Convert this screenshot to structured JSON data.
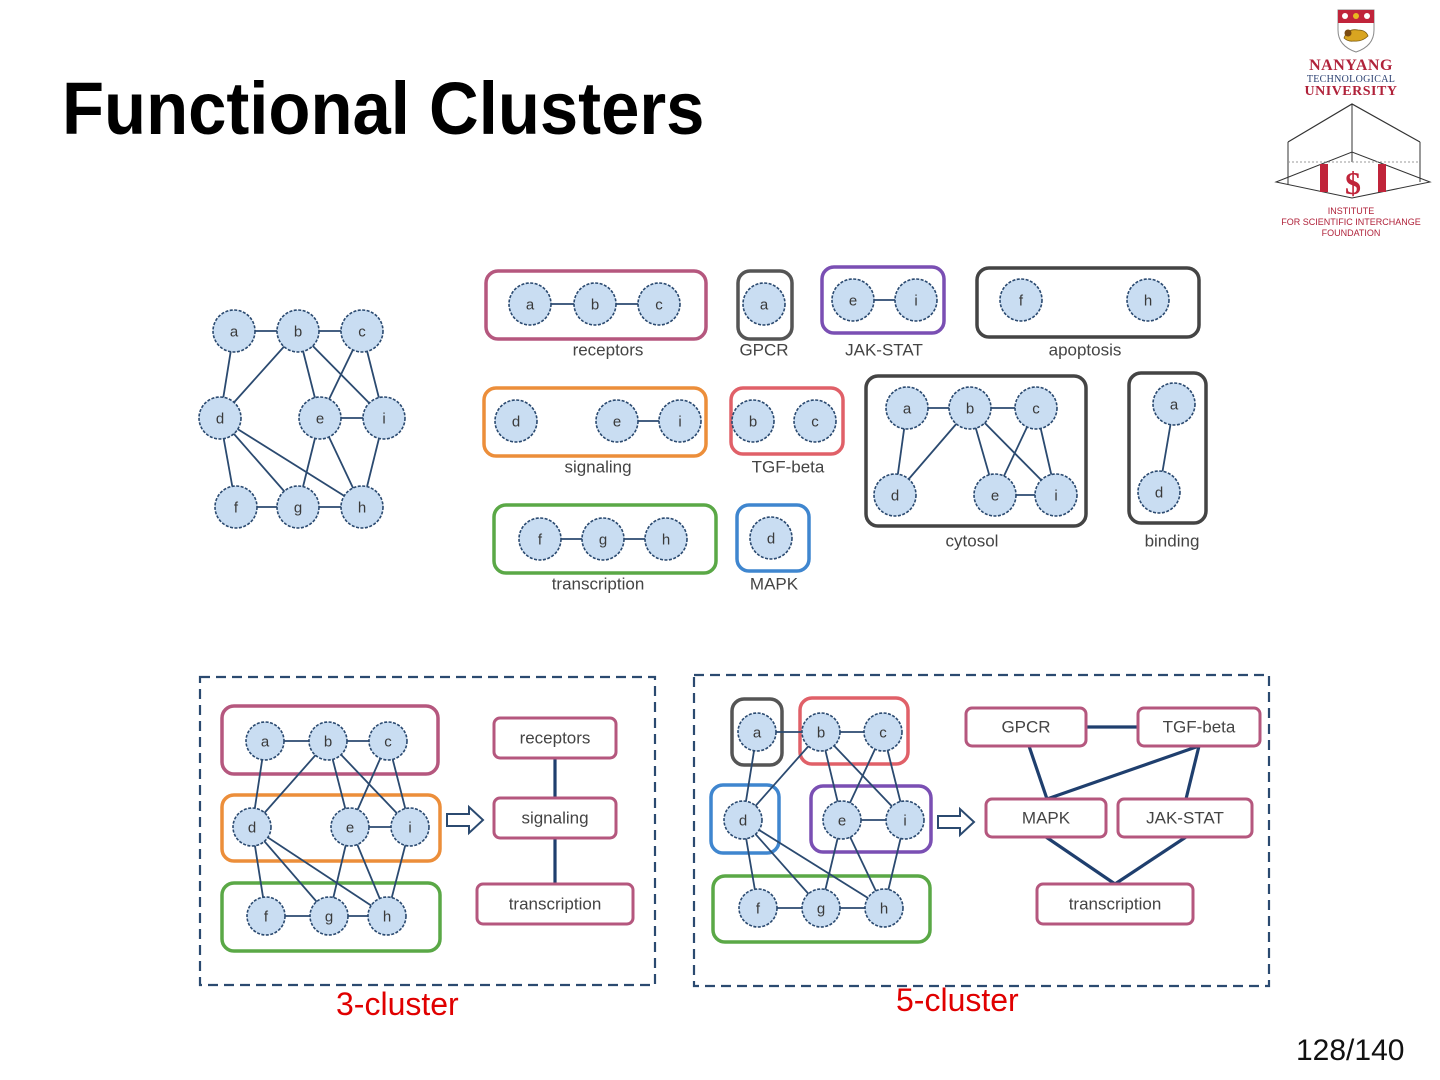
{
  "slide": {
    "title": "Functional Clusters",
    "page_number": "128/140"
  },
  "logo": {
    "university_lines": [
      "NANYANG",
      "TECHNOLOGICAL",
      "UNIVERSITY"
    ],
    "institute_lines": [
      "INSTITUTE",
      "FOR SCIENTIFIC INTERCHANGE",
      "FOUNDATION"
    ],
    "icon": "ntu-crest-icon"
  },
  "colors": {
    "node_fill": "#c9ddf2",
    "node_stroke": "#2b4a70",
    "edge": "#2b4a70",
    "receptors": "#b5577e",
    "gpcr": "#555555",
    "jak_stat": "#7a4fb3",
    "apoptosis": "#444444",
    "signaling": "#ec8e3a",
    "tgf_beta": "#e06068",
    "cytosol": "#444444",
    "binding": "#444444",
    "transcription": "#5aa846",
    "mapk": "#3f86cf",
    "summary_box": "#b5577e",
    "dashed_frame": "#2b4a70",
    "caption": "#e00000"
  },
  "network": {
    "nodes": [
      "a",
      "b",
      "c",
      "d",
      "e",
      "i",
      "f",
      "g",
      "h"
    ],
    "edges": [
      [
        "a",
        "b"
      ],
      [
        "b",
        "c"
      ],
      [
        "a",
        "d"
      ],
      [
        "b",
        "d"
      ],
      [
        "b",
        "e"
      ],
      [
        "b",
        "i"
      ],
      [
        "c",
        "e"
      ],
      [
        "c",
        "i"
      ],
      [
        "e",
        "i"
      ],
      [
        "d",
        "f"
      ],
      [
        "d",
        "g"
      ],
      [
        "d",
        "h"
      ],
      [
        "e",
        "g"
      ],
      [
        "e",
        "h"
      ],
      [
        "i",
        "h"
      ],
      [
        "f",
        "g"
      ],
      [
        "g",
        "h"
      ]
    ]
  },
  "functional_groups": [
    {
      "name": "receptors",
      "nodes": [
        "a",
        "b",
        "c"
      ],
      "edges": [
        [
          "a",
          "b"
        ],
        [
          "b",
          "c"
        ]
      ],
      "color_key": "receptors"
    },
    {
      "name": "GPCR",
      "nodes": [
        "a"
      ],
      "edges": [],
      "color_key": "gpcr"
    },
    {
      "name": "JAK-STAT",
      "nodes": [
        "e",
        "i"
      ],
      "edges": [
        [
          "e",
          "i"
        ]
      ],
      "color_key": "jak_stat"
    },
    {
      "name": "apoptosis",
      "nodes": [
        "f",
        "h"
      ],
      "edges": [],
      "color_key": "apoptosis"
    },
    {
      "name": "signaling",
      "nodes": [
        "d",
        "e",
        "i"
      ],
      "edges": [
        [
          "e",
          "i"
        ]
      ],
      "color_key": "signaling"
    },
    {
      "name": "TGF-beta",
      "nodes": [
        "b",
        "c"
      ],
      "edges": [],
      "color_key": "tgf_beta"
    },
    {
      "name": "cytosol",
      "nodes": [
        "a",
        "b",
        "c",
        "d",
        "e",
        "i"
      ],
      "edges": [
        [
          "a",
          "b"
        ],
        [
          "b",
          "c"
        ],
        [
          "a",
          "d"
        ],
        [
          "b",
          "d"
        ],
        [
          "b",
          "e"
        ],
        [
          "b",
          "i"
        ],
        [
          "c",
          "e"
        ],
        [
          "c",
          "i"
        ],
        [
          "e",
          "i"
        ]
      ],
      "color_key": "cytosol"
    },
    {
      "name": "binding",
      "nodes": [
        "a",
        "d"
      ],
      "edges": [
        [
          "a",
          "d"
        ]
      ],
      "color_key": "binding"
    },
    {
      "name": "transcription",
      "nodes": [
        "f",
        "g",
        "h"
      ],
      "edges": [
        [
          "f",
          "g"
        ],
        [
          "g",
          "h"
        ]
      ],
      "color_key": "transcription"
    },
    {
      "name": "MAPK",
      "nodes": [
        "d"
      ],
      "edges": [],
      "color_key": "mapk"
    }
  ],
  "three_cluster": {
    "caption": "3-cluster",
    "clusters": [
      {
        "nodes": [
          "a",
          "b",
          "c"
        ],
        "color_key": "receptors"
      },
      {
        "nodes": [
          "d",
          "e",
          "i"
        ],
        "color_key": "signaling"
      },
      {
        "nodes": [
          "f",
          "g",
          "h"
        ],
        "color_key": "transcription"
      }
    ],
    "summary_nodes": [
      "receptors",
      "signaling",
      "transcription"
    ],
    "summary_edges": [
      [
        "receptors",
        "signaling"
      ],
      [
        "signaling",
        "transcription"
      ]
    ]
  },
  "five_cluster": {
    "caption": "5-cluster",
    "clusters": [
      {
        "nodes": [
          "a"
        ],
        "color_key": "gpcr"
      },
      {
        "nodes": [
          "b",
          "c"
        ],
        "color_key": "tgf_beta"
      },
      {
        "nodes": [
          "d"
        ],
        "color_key": "mapk"
      },
      {
        "nodes": [
          "e",
          "i"
        ],
        "color_key": "jak_stat"
      },
      {
        "nodes": [
          "f",
          "g",
          "h"
        ],
        "color_key": "transcription"
      }
    ],
    "summary_nodes": [
      "GPCR",
      "TGF-beta",
      "MAPK",
      "JAK-STAT",
      "transcription"
    ],
    "summary_edges": [
      [
        "GPCR",
        "TGF-beta"
      ],
      [
        "GPCR",
        "MAPK"
      ],
      [
        "TGF-beta",
        "MAPK"
      ],
      [
        "TGF-beta",
        "JAK-STAT"
      ],
      [
        "MAPK",
        "transcription"
      ],
      [
        "JAK-STAT",
        "transcription"
      ]
    ]
  }
}
